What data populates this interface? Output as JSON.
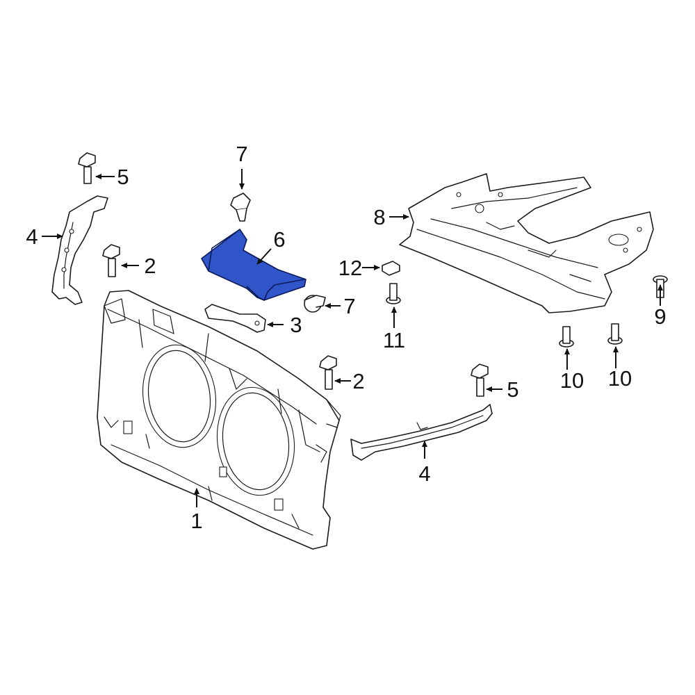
{
  "diagram": {
    "highlight_color": "#2f55c8",
    "line_color": "#1a1a1a",
    "background": "#ffffff",
    "callouts": [
      {
        "id": "c1",
        "label": "1"
      },
      {
        "id": "c2a",
        "label": "2"
      },
      {
        "id": "c2b",
        "label": "2"
      },
      {
        "id": "c3",
        "label": "3"
      },
      {
        "id": "c4a",
        "label": "4"
      },
      {
        "id": "c4b",
        "label": "4"
      },
      {
        "id": "c5a",
        "label": "5"
      },
      {
        "id": "c5b",
        "label": "5"
      },
      {
        "id": "c6",
        "label": "6"
      },
      {
        "id": "c7a",
        "label": "7"
      },
      {
        "id": "c7b",
        "label": "7"
      },
      {
        "id": "c8",
        "label": "8"
      },
      {
        "id": "c9",
        "label": "9"
      },
      {
        "id": "c10a",
        "label": "10"
      },
      {
        "id": "c10b",
        "label": "10"
      },
      {
        "id": "c11",
        "label": "11"
      },
      {
        "id": "c12",
        "label": "12"
      }
    ]
  }
}
